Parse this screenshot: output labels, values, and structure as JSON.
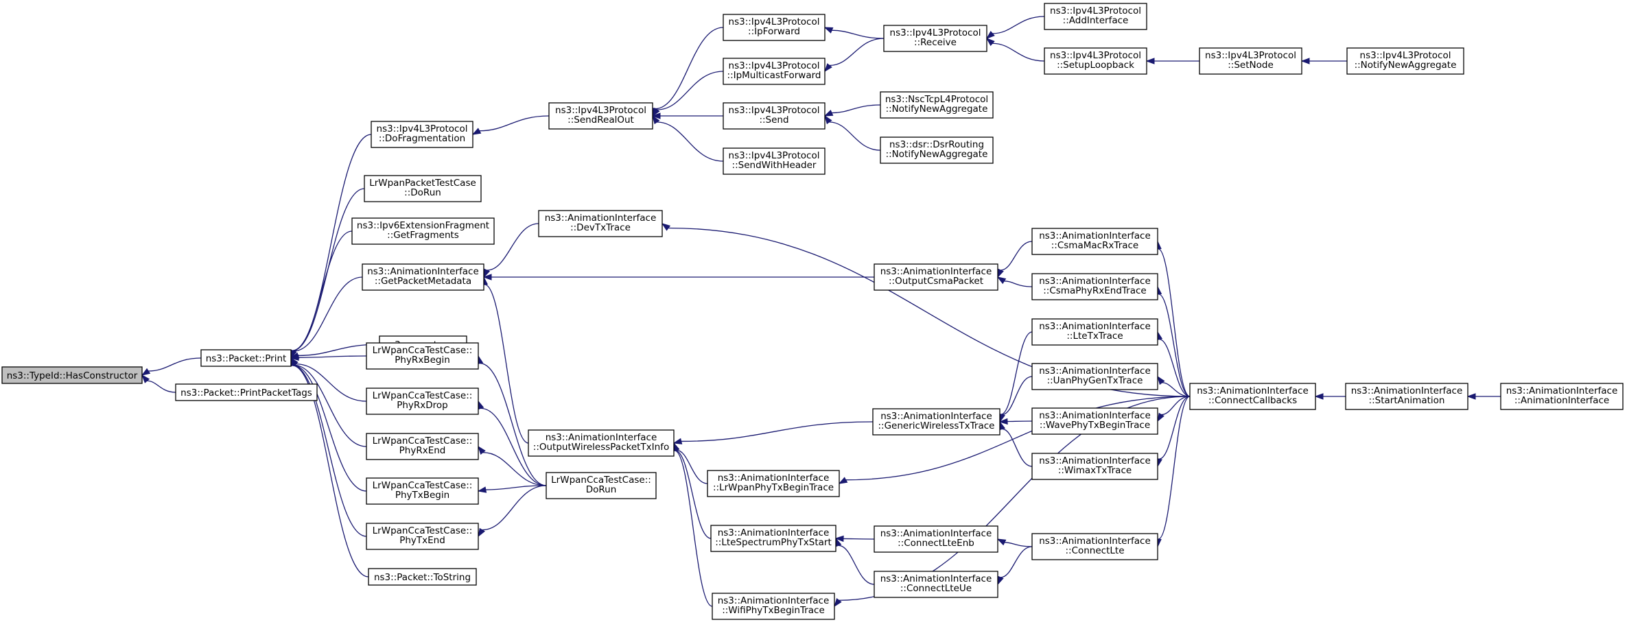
{
  "nodes": [
    {
      "id": "hasconstructor",
      "lines": [
        "ns3::TypeId::HasConstructor"
      ],
      "root": true
    },
    {
      "id": "packet-print",
      "lines": [
        "ns3::Packet::Print"
      ]
    },
    {
      "id": "packet-printpackettags",
      "lines": [
        "ns3::Packet::PrintPacketTags"
      ]
    },
    {
      "id": "dofragmentation",
      "lines": [
        "ns3::Ipv4L3Protocol",
        "::DoFragmentation"
      ]
    },
    {
      "id": "lrwpanpacket-dorun",
      "lines": [
        "LrWpanPacketTestCase",
        "::DoRun"
      ]
    },
    {
      "id": "ipv6ext-getfragments",
      "lines": [
        "ns3::Ipv6ExtensionFragment",
        "::GetFragments"
      ]
    },
    {
      "id": "getpacketmetadata",
      "lines": [
        "ns3::AnimationInterface",
        "::GetPacketMetadata"
      ]
    },
    {
      "id": "operator-ltlt",
      "lines": [
        "ns3::operator<<"
      ]
    },
    {
      "id": "cca-phyrxbegin",
      "lines": [
        "LrWpanCcaTestCase::",
        "PhyRxBegin"
      ]
    },
    {
      "id": "cca-phyrxdrop",
      "lines": [
        "LrWpanCcaTestCase::",
        "PhyRxDrop"
      ]
    },
    {
      "id": "cca-phyrxend",
      "lines": [
        "LrWpanCcaTestCase::",
        "PhyRxEnd"
      ]
    },
    {
      "id": "cca-phytxbegin",
      "lines": [
        "LrWpanCcaTestCase::",
        "PhyTxBegin"
      ]
    },
    {
      "id": "cca-phytxend",
      "lines": [
        "LrWpanCcaTestCase::",
        "PhyTxEnd"
      ]
    },
    {
      "id": "packet-tostring",
      "lines": [
        "ns3::Packet::ToString"
      ]
    },
    {
      "id": "sendrealout",
      "lines": [
        "ns3::Ipv4L3Protocol",
        "::SendRealOut"
      ]
    },
    {
      "id": "devtxtrace",
      "lines": [
        "ns3::AnimationInterface",
        "::DevTxTrace"
      ]
    },
    {
      "id": "outputwirelesspackettxinfo",
      "lines": [
        "ns3::AnimationInterface",
        "::OutputWirelessPacketTxInfo"
      ]
    },
    {
      "id": "cca-dorun",
      "lines": [
        "LrWpanCcaTestCase::",
        "DoRun"
      ]
    },
    {
      "id": "ipforward",
      "lines": [
        "ns3::Ipv4L3Protocol",
        "::IpForward"
      ]
    },
    {
      "id": "ipmulticastforward",
      "lines": [
        "ns3::Ipv4L3Protocol",
        "::IpMulticastForward"
      ]
    },
    {
      "id": "send",
      "lines": [
        "ns3::Ipv4L3Protocol",
        "::Send"
      ]
    },
    {
      "id": "sendwithheader",
      "lines": [
        "ns3::Ipv4L3Protocol",
        "::SendWithHeader"
      ]
    },
    {
      "id": "lrwpanphytxbegintrace",
      "lines": [
        "ns3::AnimationInterface",
        "::LrWpanPhyTxBeginTrace"
      ]
    },
    {
      "id": "ltespectrumphytxstart",
      "lines": [
        "ns3::AnimationInterface",
        "::LteSpectrumPhyTxStart"
      ]
    },
    {
      "id": "wifiphytxbegintrace",
      "lines": [
        "ns3::AnimationInterface",
        "::WifiPhyTxBeginTrace"
      ]
    },
    {
      "id": "receive",
      "lines": [
        "ns3::Ipv4L3Protocol",
        "::Receive"
      ]
    },
    {
      "id": "nsctcp-notifynewaggregate",
      "lines": [
        "ns3::NscTcpL4Protocol",
        "::NotifyNewAggregate"
      ]
    },
    {
      "id": "dsr-notifynewaggregate",
      "lines": [
        "ns3::dsr::DsrRouting",
        "::NotifyNewAggregate"
      ]
    },
    {
      "id": "outputcsmapacket",
      "lines": [
        "ns3::AnimationInterface",
        "::OutputCsmaPacket"
      ]
    },
    {
      "id": "genericwirelesstxtrace",
      "lines": [
        "ns3::AnimationInterface",
        "::GenericWirelessTxTrace"
      ]
    },
    {
      "id": "connectlteenb",
      "lines": [
        "ns3::AnimationInterface",
        "::ConnectLteEnb"
      ]
    },
    {
      "id": "connectlteue",
      "lines": [
        "ns3::AnimationInterface",
        "::ConnectLteUe"
      ]
    },
    {
      "id": "addinterface",
      "lines": [
        "ns3::Ipv4L3Protocol",
        "::AddInterface"
      ]
    },
    {
      "id": "setuploopback",
      "lines": [
        "ns3::Ipv4L3Protocol",
        "::SetupLoopback"
      ]
    },
    {
      "id": "csmamacrxtrace",
      "lines": [
        "ns3::AnimationInterface",
        "::CsmaMacRxTrace"
      ]
    },
    {
      "id": "csmaphyrxendtrace",
      "lines": [
        "ns3::AnimationInterface",
        "::CsmaPhyRxEndTrace"
      ]
    },
    {
      "id": "ltetxtrace",
      "lines": [
        "ns3::AnimationInterface",
        "::LteTxTrace"
      ]
    },
    {
      "id": "uanphygentxtrace",
      "lines": [
        "ns3::AnimationInterface",
        "::UanPhyGenTxTrace"
      ]
    },
    {
      "id": "wavephytxbegintrace",
      "lines": [
        "ns3::AnimationInterface",
        "::WavePhyTxBeginTrace"
      ]
    },
    {
      "id": "wimaxtxtrace",
      "lines": [
        "ns3::AnimationInterface",
        "::WimaxTxTrace"
      ]
    },
    {
      "id": "connectlte",
      "lines": [
        "ns3::AnimationInterface",
        "::ConnectLte"
      ]
    },
    {
      "id": "setnode",
      "lines": [
        "ns3::Ipv4L3Protocol",
        "::SetNode"
      ]
    },
    {
      "id": "connectcallbacks",
      "lines": [
        "ns3::AnimationInterface",
        "::ConnectCallbacks"
      ]
    },
    {
      "id": "ipv4-notifynewaggregate",
      "lines": [
        "ns3::Ipv4L3Protocol",
        "::NotifyNewAggregate"
      ]
    },
    {
      "id": "startanimation",
      "lines": [
        "ns3::AnimationInterface",
        "::StartAnimation"
      ]
    },
    {
      "id": "animationinterface-ctor",
      "lines": [
        "ns3::AnimationInterface",
        "::AnimationInterface"
      ]
    }
  ],
  "edges": [
    [
      "packet-print",
      "hasconstructor"
    ],
    [
      "packet-printpackettags",
      "hasconstructor"
    ],
    [
      "dofragmentation",
      "packet-print"
    ],
    [
      "lrwpanpacket-dorun",
      "packet-print"
    ],
    [
      "ipv6ext-getfragments",
      "packet-print"
    ],
    [
      "getpacketmetadata",
      "packet-print"
    ],
    [
      "operator-ltlt",
      "packet-print"
    ],
    [
      "cca-phyrxbegin",
      "packet-print"
    ],
    [
      "cca-phyrxdrop",
      "packet-print"
    ],
    [
      "cca-phyrxend",
      "packet-print"
    ],
    [
      "cca-phytxbegin",
      "packet-print"
    ],
    [
      "cca-phytxend",
      "packet-print"
    ],
    [
      "packet-tostring",
      "packet-print"
    ],
    [
      "sendrealout",
      "dofragmentation"
    ],
    [
      "devtxtrace",
      "getpacketmetadata"
    ],
    [
      "outputcsmapacket",
      "getpacketmetadata"
    ],
    [
      "outputwirelesspackettxinfo",
      "getpacketmetadata"
    ],
    [
      "cca-dorun",
      "cca-phyrxbegin"
    ],
    [
      "cca-dorun",
      "cca-phyrxdrop"
    ],
    [
      "cca-dorun",
      "cca-phyrxend"
    ],
    [
      "cca-dorun",
      "cca-phytxbegin"
    ],
    [
      "cca-dorun",
      "cca-phytxend"
    ],
    [
      "ipforward",
      "sendrealout"
    ],
    [
      "ipmulticastforward",
      "sendrealout"
    ],
    [
      "send",
      "sendrealout"
    ],
    [
      "sendwithheader",
      "sendrealout"
    ],
    [
      "connectcallbacks",
      "devtxtrace"
    ],
    [
      "genericwirelesstxtrace",
      "outputwirelesspackettxinfo"
    ],
    [
      "lrwpanphytxbegintrace",
      "outputwirelesspackettxinfo"
    ],
    [
      "ltespectrumphytxstart",
      "outputwirelesspackettxinfo"
    ],
    [
      "wifiphytxbegintrace",
      "outputwirelesspackettxinfo"
    ],
    [
      "receive",
      "ipforward"
    ],
    [
      "receive",
      "ipmulticastforward"
    ],
    [
      "nsctcp-notifynewaggregate",
      "send"
    ],
    [
      "dsr-notifynewaggregate",
      "send"
    ],
    [
      "connectcallbacks",
      "lrwpanphytxbegintrace"
    ],
    [
      "connectlteenb",
      "ltespectrumphytxstart"
    ],
    [
      "connectlteue",
      "ltespectrumphytxstart"
    ],
    [
      "connectcallbacks",
      "wifiphytxbegintrace"
    ],
    [
      "addinterface",
      "receive"
    ],
    [
      "setuploopback",
      "receive"
    ],
    [
      "csmamacrxtrace",
      "outputcsmapacket"
    ],
    [
      "csmaphyrxendtrace",
      "outputcsmapacket"
    ],
    [
      "ltetxtrace",
      "genericwirelesstxtrace"
    ],
    [
      "uanphygentxtrace",
      "genericwirelesstxtrace"
    ],
    [
      "wavephytxbegintrace",
      "genericwirelesstxtrace"
    ],
    [
      "wimaxtxtrace",
      "genericwirelesstxtrace"
    ],
    [
      "connectlte",
      "connectlteenb"
    ],
    [
      "connectlte",
      "connectlteue"
    ],
    [
      "setnode",
      "setuploopback"
    ],
    [
      "connectcallbacks",
      "csmamacrxtrace"
    ],
    [
      "connectcallbacks",
      "csmaphyrxendtrace"
    ],
    [
      "connectcallbacks",
      "ltetxtrace"
    ],
    [
      "connectcallbacks",
      "uanphygentxtrace"
    ],
    [
      "connectcallbacks",
      "wavephytxbegintrace"
    ],
    [
      "connectcallbacks",
      "wimaxtxtrace"
    ],
    [
      "connectcallbacks",
      "connectlte"
    ],
    [
      "ipv4-notifynewaggregate",
      "setnode"
    ],
    [
      "startanimation",
      "connectcallbacks"
    ],
    [
      "animationinterface-ctor",
      "startanimation"
    ]
  ],
  "colors": {
    "edge": "#191970",
    "node_border": "#000000",
    "node_fill": "#ffffff",
    "root_fill": "#bfbfbf"
  }
}
